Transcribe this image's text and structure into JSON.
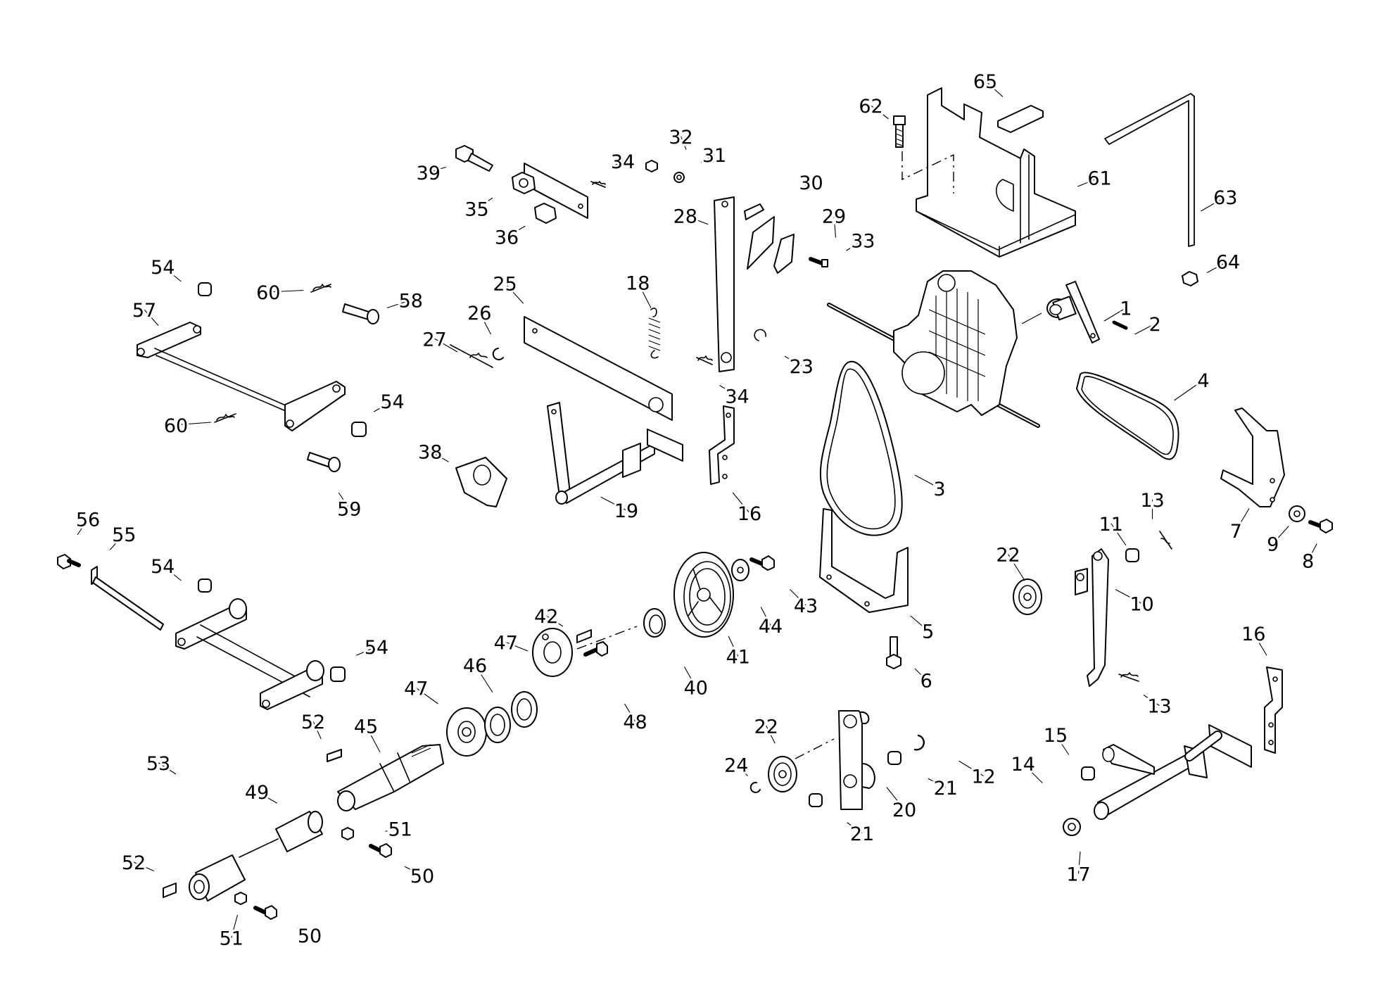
{
  "diagram": {
    "title": "",
    "description": "Exploded parts diagram – transmission, belt drive, pulleys, linkages and shafts",
    "callouts": [
      "1",
      "2",
      "3",
      "4",
      "5",
      "6",
      "7",
      "8",
      "9",
      "10",
      "11",
      "12",
      "13",
      "13",
      "14",
      "15",
      "16",
      "16",
      "17",
      "18",
      "19",
      "20",
      "21",
      "21",
      "22",
      "22",
      "23",
      "24",
      "25",
      "26",
      "27",
      "28",
      "29",
      "30",
      "31",
      "32",
      "33",
      "34",
      "34",
      "35",
      "36",
      "38",
      "39",
      "40",
      "41",
      "42",
      "43",
      "44",
      "45",
      "46",
      "47",
      "47",
      "48",
      "49",
      "50",
      "50",
      "51",
      "51",
      "52",
      "52",
      "53",
      "54",
      "54",
      "54",
      "54",
      "55",
      "56",
      "57",
      "58",
      "59",
      "60",
      "60",
      "61",
      "62",
      "63",
      "64",
      "65"
    ]
  }
}
